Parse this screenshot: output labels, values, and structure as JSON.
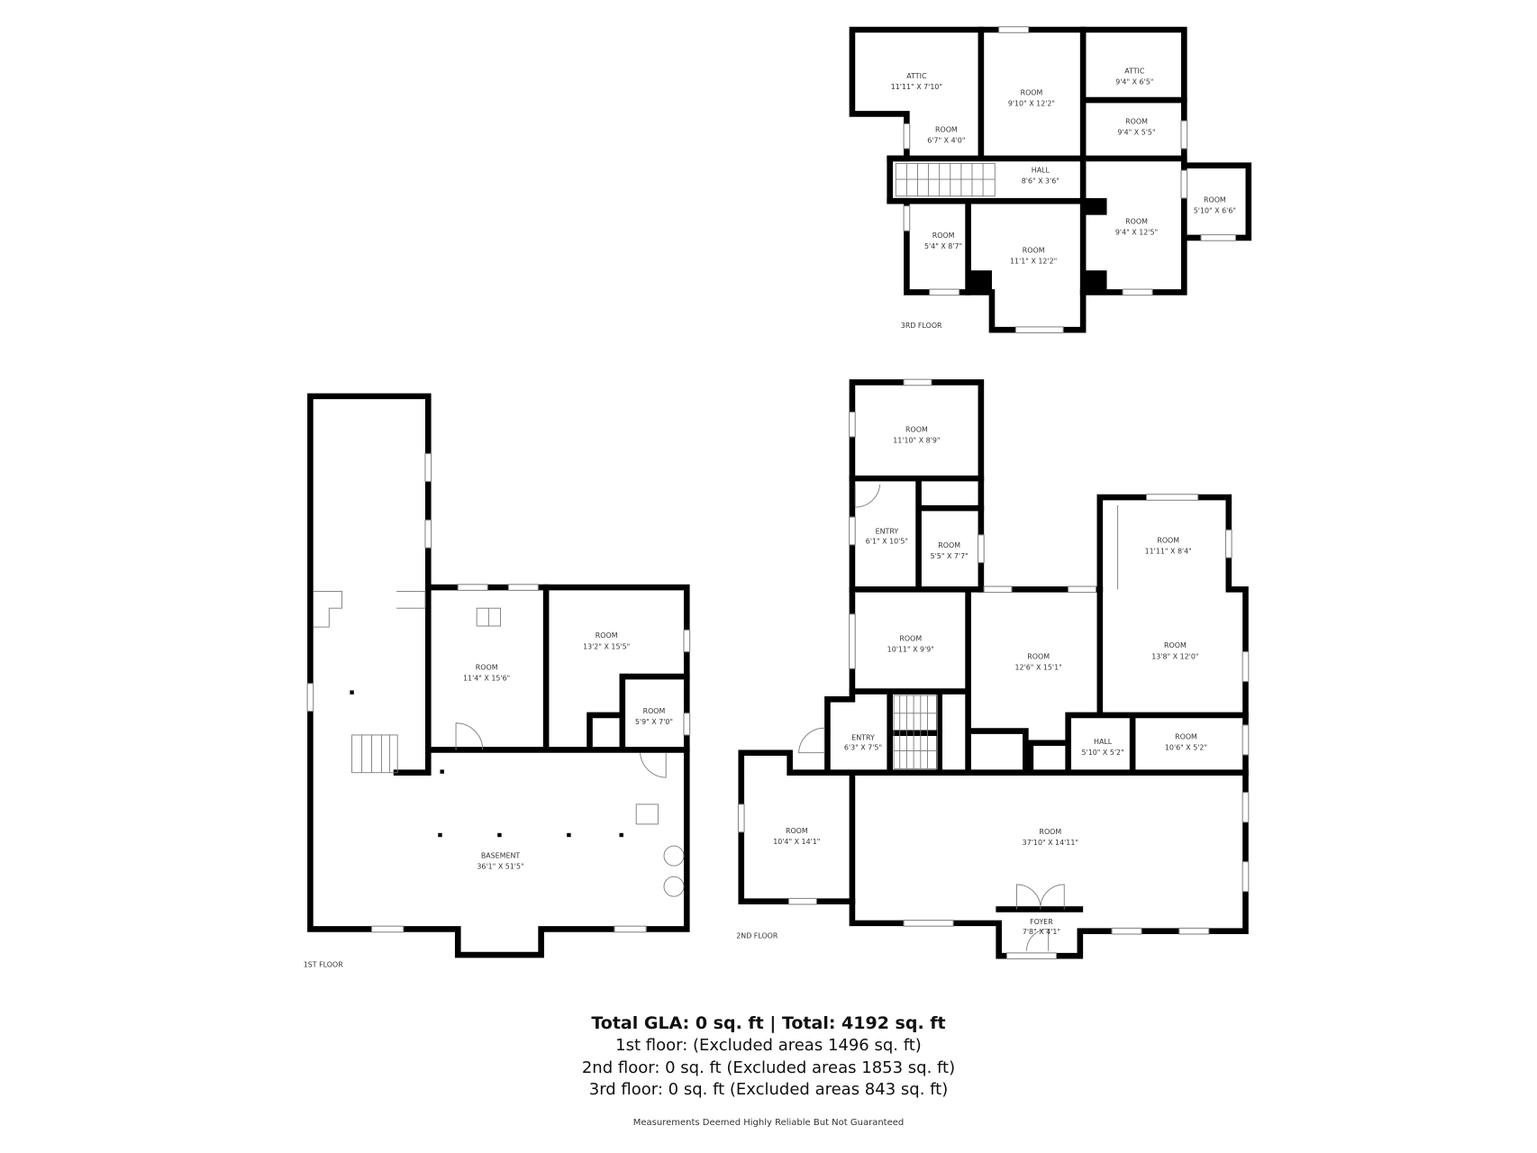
{
  "floors": {
    "third": {
      "label": "3RD FLOOR",
      "rooms": [
        {
          "name": "ATTIC",
          "dims": "11'11\" X 7'10\""
        },
        {
          "name": "ROOM",
          "dims": "9'10\" X 12'2\""
        },
        {
          "name": "ATTIC",
          "dims": "9'4\" X 6'5\""
        },
        {
          "name": "ROOM",
          "dims": "6'7\" X 4'0\""
        },
        {
          "name": "ROOM",
          "dims": "9'4\" X 5'5\""
        },
        {
          "name": "HALL",
          "dims": "8'6\" X 3'6\""
        },
        {
          "name": "ROOM",
          "dims": "5'4\" X 8'7\""
        },
        {
          "name": "ROOM",
          "dims": "11'1\" X 12'2\""
        },
        {
          "name": "ROOM",
          "dims": "9'4\" X 12'5\""
        },
        {
          "name": "ROOM",
          "dims": "5'10\" X 6'6\""
        }
      ]
    },
    "first": {
      "label": "1ST FLOOR",
      "rooms": [
        {
          "name": "ROOM",
          "dims": "11'4\" X 15'6\""
        },
        {
          "name": "ROOM",
          "dims": "13'2\" X 15'5\""
        },
        {
          "name": "ROOM",
          "dims": "5'9\" X 7'0\""
        },
        {
          "name": "BASEMENT",
          "dims": "36'1\" X 51'5\""
        }
      ]
    },
    "second": {
      "label": "2ND FLOOR",
      "rooms": [
        {
          "name": "ROOM",
          "dims": "11'10\" X 8'9\""
        },
        {
          "name": "ENTRY",
          "dims": "6'1\" X 10'5\""
        },
        {
          "name": "ROOM",
          "dims": "5'5\" X 7'7\""
        },
        {
          "name": "ROOM",
          "dims": "10'11\" X 9'9\""
        },
        {
          "name": "ROOM",
          "dims": "12'6\" X 15'1\""
        },
        {
          "name": "ROOM",
          "dims": "11'11\" X 8'4\""
        },
        {
          "name": "ROOM",
          "dims": "13'8\" X 12'0\""
        },
        {
          "name": "ENTRY",
          "dims": "6'3\" X 7'5\""
        },
        {
          "name": "HALL",
          "dims": "5'10\" X 5'2\""
        },
        {
          "name": "ROOM",
          "dims": "10'6\" X 5'2\""
        },
        {
          "name": "ROOM",
          "dims": "10'4\" X 14'1\""
        },
        {
          "name": "ROOM",
          "dims": "37'10\" X 14'11\""
        },
        {
          "name": "FOYER",
          "dims": "7'8\" X 4'1\""
        }
      ]
    }
  },
  "summary": {
    "total": "Total GLA: 0 sq. ft | Total: 4192 sq. ft",
    "first": "1st floor: (Excluded areas 1496 sq. ft)",
    "second": "2nd floor: 0 sq. ft (Excluded areas 1853 sq. ft)",
    "third": "3rd floor: 0 sq. ft (Excluded areas 843 sq. ft)",
    "disclaimer": "Measurements Deemed Highly Reliable But Not Guaranteed"
  }
}
